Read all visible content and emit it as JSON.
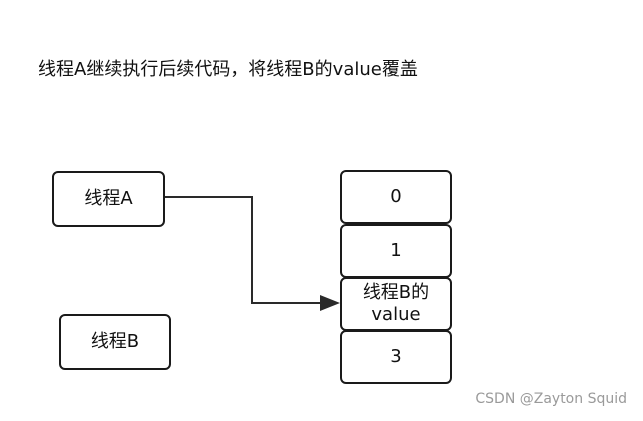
{
  "title": "线程A继续执行后续代码，将线程B的value覆盖",
  "thread_a": {
    "label": "线程A"
  },
  "thread_b": {
    "label": "线程B"
  },
  "memory_cells": [
    {
      "line1": "0",
      "line2": ""
    },
    {
      "line1": "1",
      "line2": ""
    },
    {
      "line1": "线程B的",
      "line2": "value"
    },
    {
      "line1": "3",
      "line2": ""
    }
  ],
  "watermark": "CSDN @Zayton Squid"
}
